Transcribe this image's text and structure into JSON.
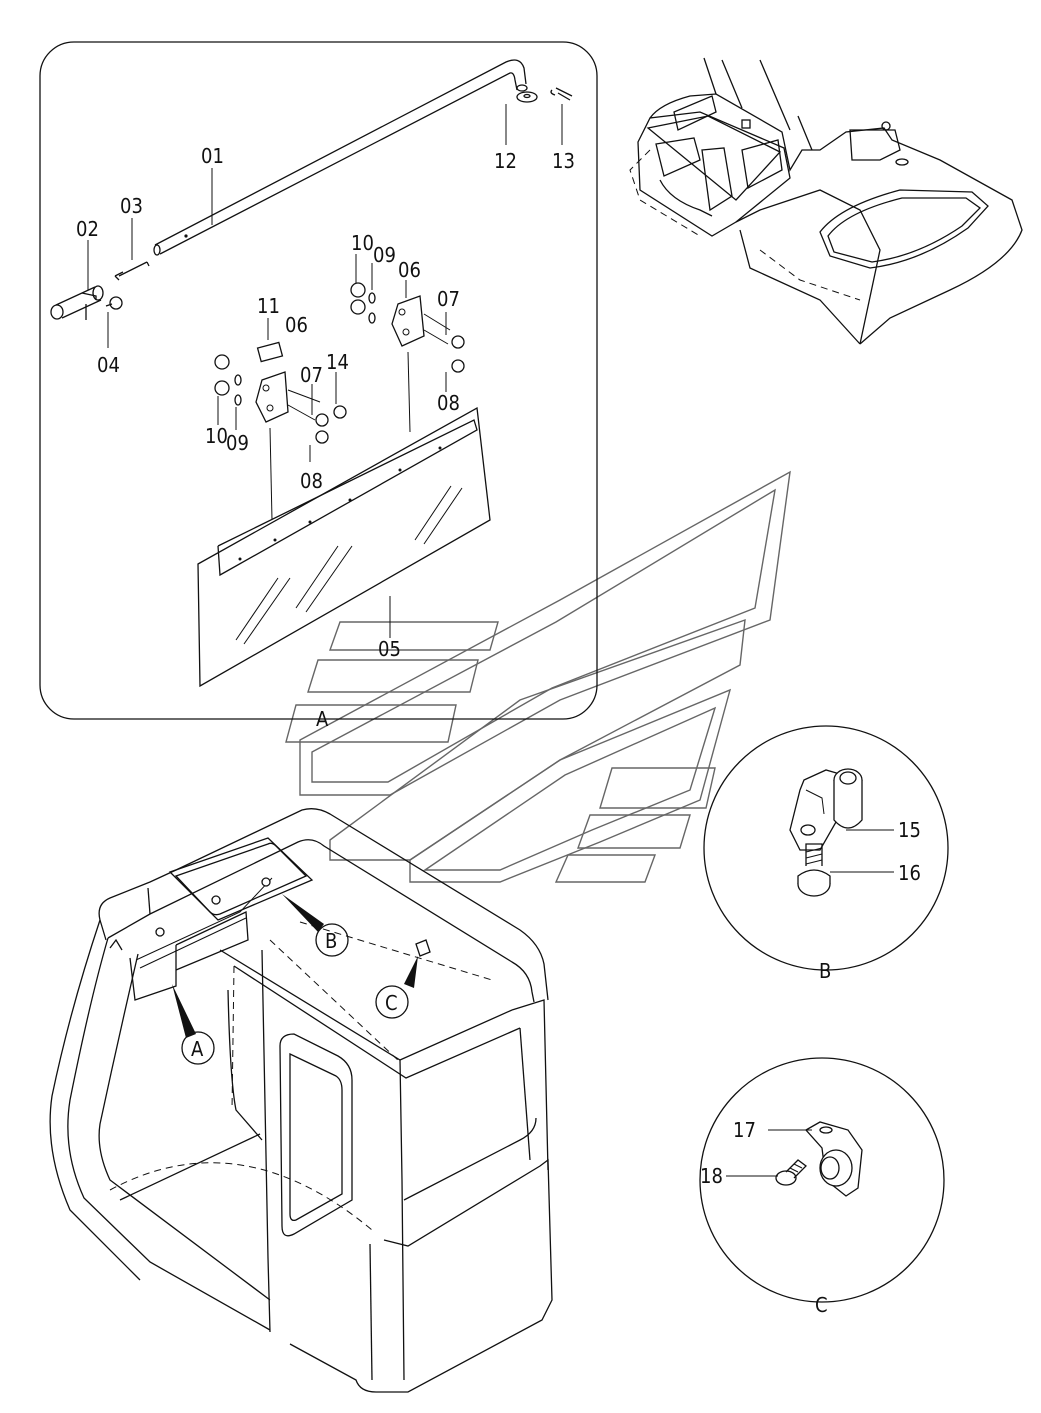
{
  "labels": {
    "p01": "01",
    "p02": "02",
    "p03": "03",
    "p04": "04",
    "p05": "05",
    "p06a": "06",
    "p06b": "06",
    "p07a": "07",
    "p07b": "07",
    "p08a": "08",
    "p08b": "08",
    "p09a": "09",
    "p09b": "09",
    "p10a": "10",
    "p10b": "10",
    "p11": "11",
    "p12": "12",
    "p13": "13",
    "p14": "14",
    "p15": "15",
    "p16": "16",
    "p17": "17",
    "p18": "18"
  },
  "views": {
    "a_caption": "A",
    "b_caption": "B",
    "c_caption": "C",
    "a_callout": "A",
    "b_callout": "B",
    "c_callout": "C"
  },
  "colors": {
    "ink": "#111111",
    "watermark": "#666666"
  }
}
